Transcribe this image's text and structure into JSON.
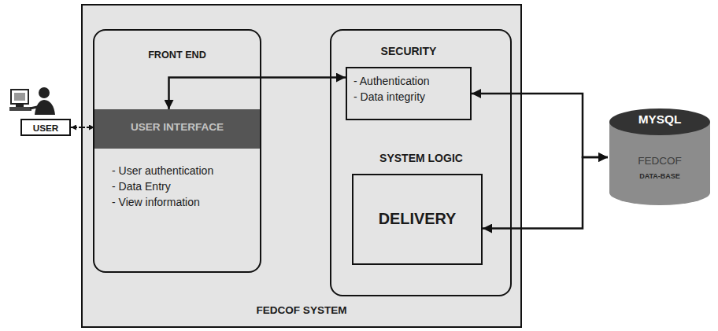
{
  "diagram": {
    "nodes": [
      {
        "text": [
          "FEDCOF SYSTEM"
        ]
      },
      {
        "text": [
          "FRONT END",
          "- User authentication",
          "- Data Entry",
          "- View information"
        ],
        "in": 0
      },
      {
        "text": [
          "USER INTERFACE"
        ],
        "in": 1
      },
      {
        "text": [
          "SECURITY",
          "SYSTEM LOGIC"
        ],
        "in": 0
      },
      {
        "text": [
          "- Authentication",
          "- Data integrity"
        ],
        "in": 3
      },
      {
        "text": [
          "DELIVERY"
        ],
        "in": 3
      },
      {
        "text": [
          "USER"
        ]
      },
      {
        "text": [
          "MYSQL",
          "FEDCOF",
          "DATA-BASE"
        ]
      }
    ],
    "edges": [
      {
        "from": 6,
        "to": 2,
        "arrow": "both"
      },
      {
        "from": 2,
        "to": 4,
        "arrow": "both"
      },
      {
        "from": 4,
        "to": 7,
        "arrow": "both"
      },
      {
        "from": 5,
        "to": 7,
        "arrow": "both"
      }
    ]
  }
}
